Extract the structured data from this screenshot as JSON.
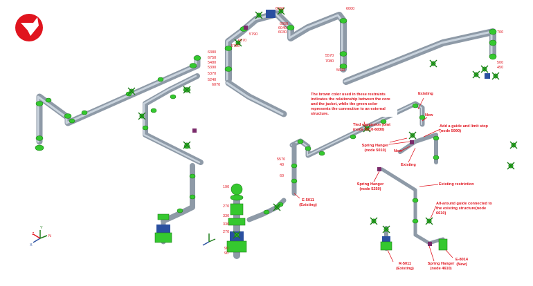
{
  "colors": {
    "pipe": "#8e9aa7",
    "pipe_highlight": "#c9d3dd",
    "support_green": "#35c82f",
    "support_dark_green": "#1e7d1a",
    "core_brown": "#7a2a6a",
    "label_red": "#e0141e",
    "vessel_blue": "#2a4fa0",
    "logo_red": "#e0141e"
  },
  "logo": {
    "icon": "company-logo-icon"
  },
  "axis_triad": {
    "labels": [
      "Z",
      "Y",
      "X",
      "N"
    ],
    "icon": "axis-triad-icon"
  },
  "node_numbers": {
    "top_middle": [
      "6000",
      "6030",
      "6040",
      "6050",
      "6070",
      "6060",
      "5790",
      "5780"
    ],
    "left_middle": [
      "6380",
      "6750",
      "5480",
      "5390",
      "5370",
      "5240",
      "6070"
    ],
    "right_middle": [
      "5570",
      "7080",
      "5630"
    ],
    "center_column": [
      "5570",
      "40",
      "60"
    ],
    "lower_left": [
      "190",
      "270",
      "330",
      "330",
      "270",
      "90",
      "90"
    ],
    "right_edge": [
      "700",
      "500",
      "450"
    ]
  },
  "callouts": {
    "brown_note": "The brown color used in these restraints indicates the relationship between the core and the jacket, while the green color represents the connection to an external structure.",
    "existing_top": "Existing",
    "new_top": "New",
    "guide_limit": "Add a guide and limit stop (node 5990)",
    "expansion_joint": "Tied expansion joint (node 6010-6030)",
    "spring_hanger_5010": "Spring Hanger (node 5010)",
    "new_mid": "New",
    "existing_mid": "Existing",
    "spring_hanger_5250": "Spring Hanger (node 5250)",
    "existing_restriction": "Existing restriction",
    "all_around_guide": "All-around guide connected to the existing structure(node 6610)",
    "e5011": "E-5011 (Existing)",
    "r5011": "R-5011 (Existing)",
    "spring_hanger_4610": "Spring Hanger (node 4610)",
    "e8014": "E-8014 (New)"
  }
}
